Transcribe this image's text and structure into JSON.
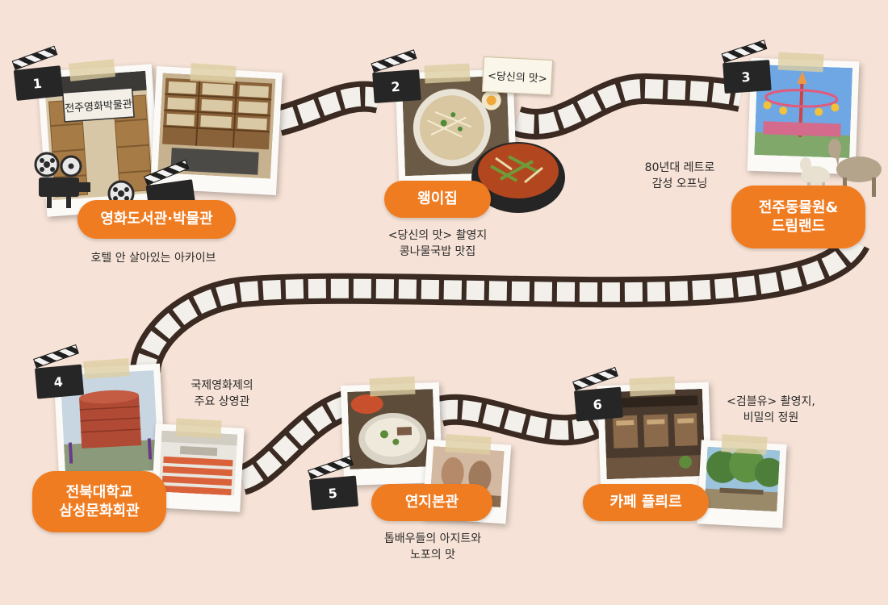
{
  "colors": {
    "background": "#f6e2d6",
    "accent": "#f07c22",
    "film": "#3a2a22",
    "frame": "#f3f0ec"
  },
  "stops": [
    {
      "number": "1",
      "title": "영화도서관·박물관",
      "caption": [
        "호텔 안 살아있는 아카이브"
      ],
      "photo_text": [
        "전주영화박물관"
      ]
    },
    {
      "number": "2",
      "title": "왱이집",
      "caption": [
        "<당신의 맛> 촬영지",
        "콩나물국밥 맛집"
      ],
      "photo_text": [
        "<당신의 맛>"
      ]
    },
    {
      "number": "3",
      "title_lines": [
        "전주동물원&",
        "드림랜드"
      ],
      "caption": [
        "80년대 레트로",
        "감성 오프닝"
      ]
    },
    {
      "number": "4",
      "title_lines": [
        "전북대학교",
        "삼성문화회관"
      ],
      "caption": [
        "국제영화제의",
        "주요 상영관"
      ]
    },
    {
      "number": "5",
      "title": "연지본관",
      "caption": [
        "톱배우들의 아지트와",
        "노포의 맛"
      ]
    },
    {
      "number": "6",
      "title": "카페 플릐르",
      "caption": [
        "<검블유> 촬영지,",
        "비밀의 정원"
      ]
    }
  ],
  "icons": [
    "clapperboard-icon",
    "film-projector-icon"
  ]
}
